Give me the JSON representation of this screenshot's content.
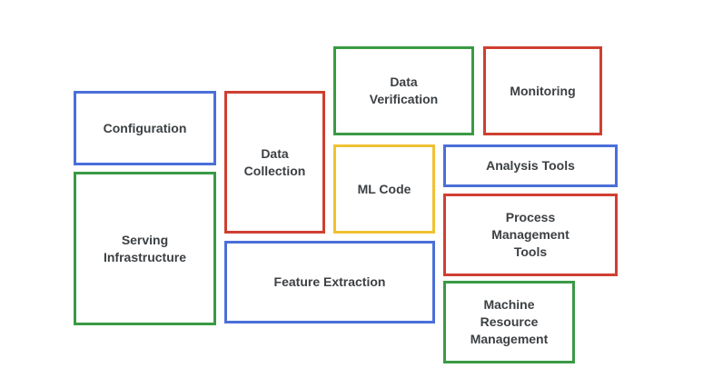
{
  "boxes": {
    "configuration": {
      "label": "Configuration",
      "color": "#4a6fd8"
    },
    "serving_infrastructure": {
      "label": "Serving\nInfrastructure",
      "color": "#3a9a45"
    },
    "data_collection": {
      "label": "Data\nCollection",
      "color": "#cf3f31"
    },
    "data_verification": {
      "label": "Data\nVerification",
      "color": "#3a9a45"
    },
    "ml_code": {
      "label": "ML Code",
      "color": "#f0c133"
    },
    "monitoring": {
      "label": "Monitoring",
      "color": "#cf3f31"
    },
    "analysis_tools": {
      "label": "Analysis Tools",
      "color": "#4a6fd8"
    },
    "process_management_tools": {
      "label": "Process\nManagement\nTools",
      "color": "#cf3f31"
    },
    "feature_extraction": {
      "label": "Feature Extraction",
      "color": "#4a6fd8"
    },
    "machine_resource_management": {
      "label": "Machine\nResource\nManagement",
      "color": "#3a9a45"
    }
  }
}
